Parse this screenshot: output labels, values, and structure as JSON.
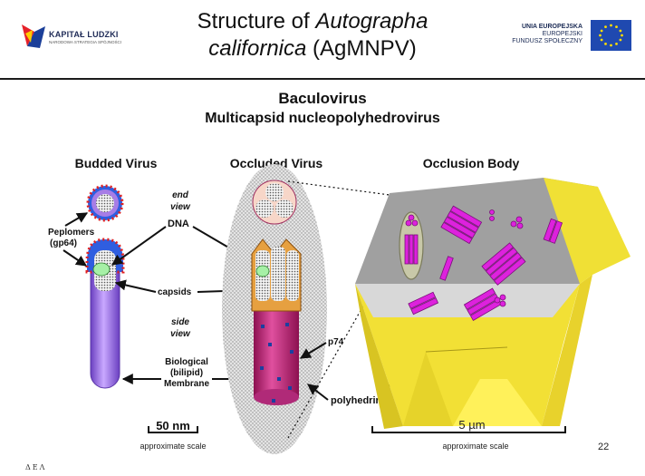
{
  "header": {
    "left_logo": {
      "name": "KAPITAŁ LUDZKI",
      "subtitle": "NARODOWA STRATEGIA SPÓJNOŚCI"
    },
    "title_plain_1": "Structure of ",
    "title_italic": "Autographa californica",
    "title_plain_2": " (AgMNPV)",
    "eu_line1": "UNIA EUROPEJSKA",
    "eu_line2": "EUROPEJSKI",
    "eu_line3": "FUNDUSZ SPOŁECZNY"
  },
  "diagram": {
    "heading": "Baculovirus",
    "subheading": "Multicapsid nucleopolyhedrovirus",
    "col_budded": "Budded Virus",
    "col_occluded": "Occluded Virus",
    "col_body": "Occlusion Body",
    "end_view_1": "end",
    "end_view_2": "view",
    "side_view_1": "side",
    "side_view_2": "view",
    "peplomers_1": "Peplomers",
    "peplomers_2": "(gp64)",
    "dna": "DNA",
    "capsids": "capsids",
    "membrane_1": "Biological",
    "membrane_2": "(bilipid)",
    "membrane_3": "Membrane",
    "p74": "p74",
    "polyhedrin": "polyhedrin",
    "scale_left": "50 nm",
    "scale_right": "5 µm",
    "approx_left": "approximate scale",
    "approx_right": "approximate scale"
  },
  "page_number": "22",
  "footer": "ΔΕΛ",
  "colors": {
    "membrane": "#9b6fe0",
    "envelope": "#1f6fe0",
    "peplomer": "#e02020",
    "ov_body": "#d4388f",
    "ob_yellow": "#ffee33",
    "ob_gray": "#9a9a9a",
    "crystal": "#dd22dd"
  }
}
